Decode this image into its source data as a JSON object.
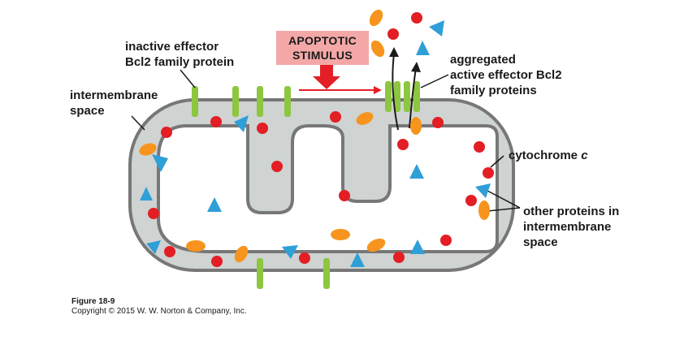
{
  "labels": {
    "inactive_effector": [
      "inactive effector",
      "Bcl2 family protein"
    ],
    "intermembrane_space": [
      "intermembrane",
      "space"
    ],
    "apoptotic_stimulus": [
      "APOPTOTIC",
      "STIMULUS"
    ],
    "aggregated": [
      "aggregated",
      "active effector Bcl2",
      "family proteins"
    ],
    "cytochrome": "cytochrome c",
    "other_proteins": [
      "other proteins in",
      "intermembrane",
      "space"
    ]
  },
  "caption": {
    "figure": "Figure 18-9",
    "copyright": "Copyright © 2015 W. W. Norton & Company, Inc."
  },
  "colors": {
    "membrane": "#777777",
    "space_fill": "#cfd3d2",
    "matrix_fill": "#ffffff",
    "bcl2_protein": "#8dc63f",
    "cytochrome_c": "#e31e24",
    "orange_protein": "#f7941d",
    "blue_protein": "#2f9fd8",
    "stimulus_box": "#f4a7a7",
    "stimulus_arrow": "#e31e24"
  }
}
